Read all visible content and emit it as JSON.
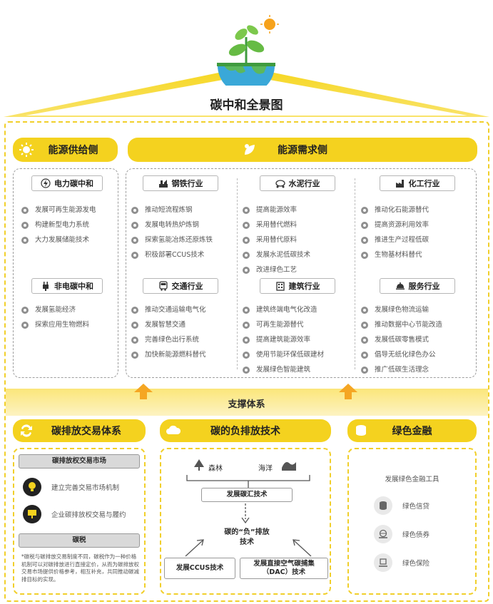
{
  "title": "碳中和全景图",
  "supply": {
    "header": "能源供给侧",
    "power": {
      "title": "电力碳中和",
      "items": [
        "发展可再生能源发电",
        "构建新型电力系统",
        "大力发展储能技术"
      ]
    },
    "nonpower": {
      "title": "非电碳中和",
      "items": [
        "发展氢能经济",
        "探索应用生物燃料"
      ]
    }
  },
  "demand": {
    "header": "能源需求侧",
    "steel": {
      "title": "钢铁行业",
      "items": [
        "推动短流程炼钢",
        "发展电转热炉炼钢",
        "探索氢能冶炼还原炼铁",
        "积极部署CCUS技术"
      ]
    },
    "cement": {
      "title": "水泥行业",
      "items": [
        "提高能源效率",
        "采用替代燃料",
        "采用替代原料",
        "发展水泥低碳技术",
        "改进绿色工艺"
      ]
    },
    "chem": {
      "title": "化工行业",
      "items": [
        "推动化石能源替代",
        "提高资源利用效率",
        "推进生产过程低碳",
        "生物基材料替代"
      ]
    },
    "transport": {
      "title": "交通行业",
      "items": [
        "推动交通运输电气化",
        "发展智慧交通",
        "完善绿色出行系统",
        "加快新能源燃料替代"
      ]
    },
    "building": {
      "title": "建筑行业",
      "items": [
        "建筑终端电气化改造",
        "可再生能源替代",
        "提高建筑能源效率",
        "使用节能环保低碳建材",
        "发展绿色智能建筑"
      ]
    },
    "service": {
      "title": "服务行业",
      "items": [
        "发展绿色物流运输",
        "推动数据中心节能改造",
        "发展低碳零售模式",
        "倡导无纸化绿色办公",
        "推广低碳生活理念"
      ]
    }
  },
  "support": {
    "band_title": "支撑体系",
    "trading": {
      "header": "碳排放交易体系",
      "market_title": "碳排放权交易市场",
      "market_items": [
        "建立完善交易市场机制",
        "企业碳排放权交易与履约"
      ],
      "tax_title": "碳税",
      "tax_note": "*碳税与碳排放交易制度不同，碳税作为一种价格机制可以对碳排放进行直接定价，从而为碳排放权交易市场提供价格参考，相互补充，共同推动碳减排目标的实现。"
    },
    "negative": {
      "header": "碳的负排放技术",
      "forest": "森林",
      "ocean": "海洋",
      "sink": "发展碳汇技术",
      "center_line1": "碳的“负”排放",
      "center_line2": "技术",
      "ccus": "发展CCUS技术",
      "dac_line1": "发展直接空气碳捕集",
      "dac_line2": "（DAC）技术"
    },
    "finance": {
      "header": "绿色金融",
      "subtitle": "发展绿色金融工具",
      "items": [
        "绿色信贷",
        "绿色债券",
        "绿色保险"
      ]
    }
  },
  "colors": {
    "accent": "#f4d21f",
    "frame": "#f1cf2b",
    "arrow": "#f5a623"
  }
}
